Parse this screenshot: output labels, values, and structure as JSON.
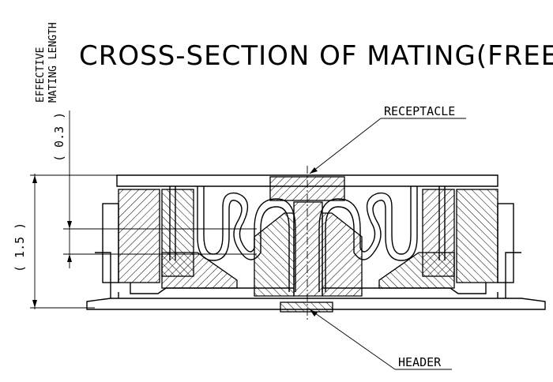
{
  "title": "CROSS-SECTION OF MATING(FREE)",
  "labels": {
    "receptacle": "RECEPTACLE",
    "header": "HEADER",
    "effective_line1": "EFFECTIVE",
    "effective_line2": "MATING LENGTH"
  },
  "dimensions": {
    "mating_length": "( 0.3 )",
    "overall_height": "( 1.5 )"
  }
}
